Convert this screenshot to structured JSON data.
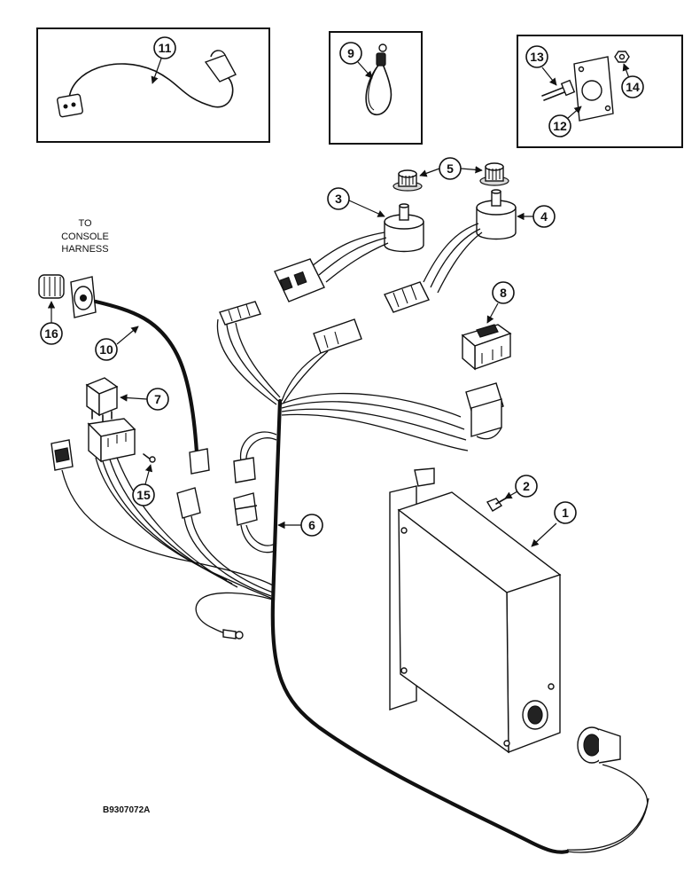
{
  "figure_id": "B9307072A",
  "note": {
    "line1": "TO",
    "line2": "CONSOLE",
    "line3": "HARNESS"
  },
  "callouts": {
    "c1": "1",
    "c2": "2",
    "c3": "3",
    "c4": "4",
    "c5": "5",
    "c6": "6",
    "c7": "7",
    "c8": "8",
    "c9": "9",
    "c10": "10",
    "c11": "11",
    "c12": "12",
    "c13": "13",
    "c14": "14",
    "c15": "15",
    "c16": "16"
  }
}
